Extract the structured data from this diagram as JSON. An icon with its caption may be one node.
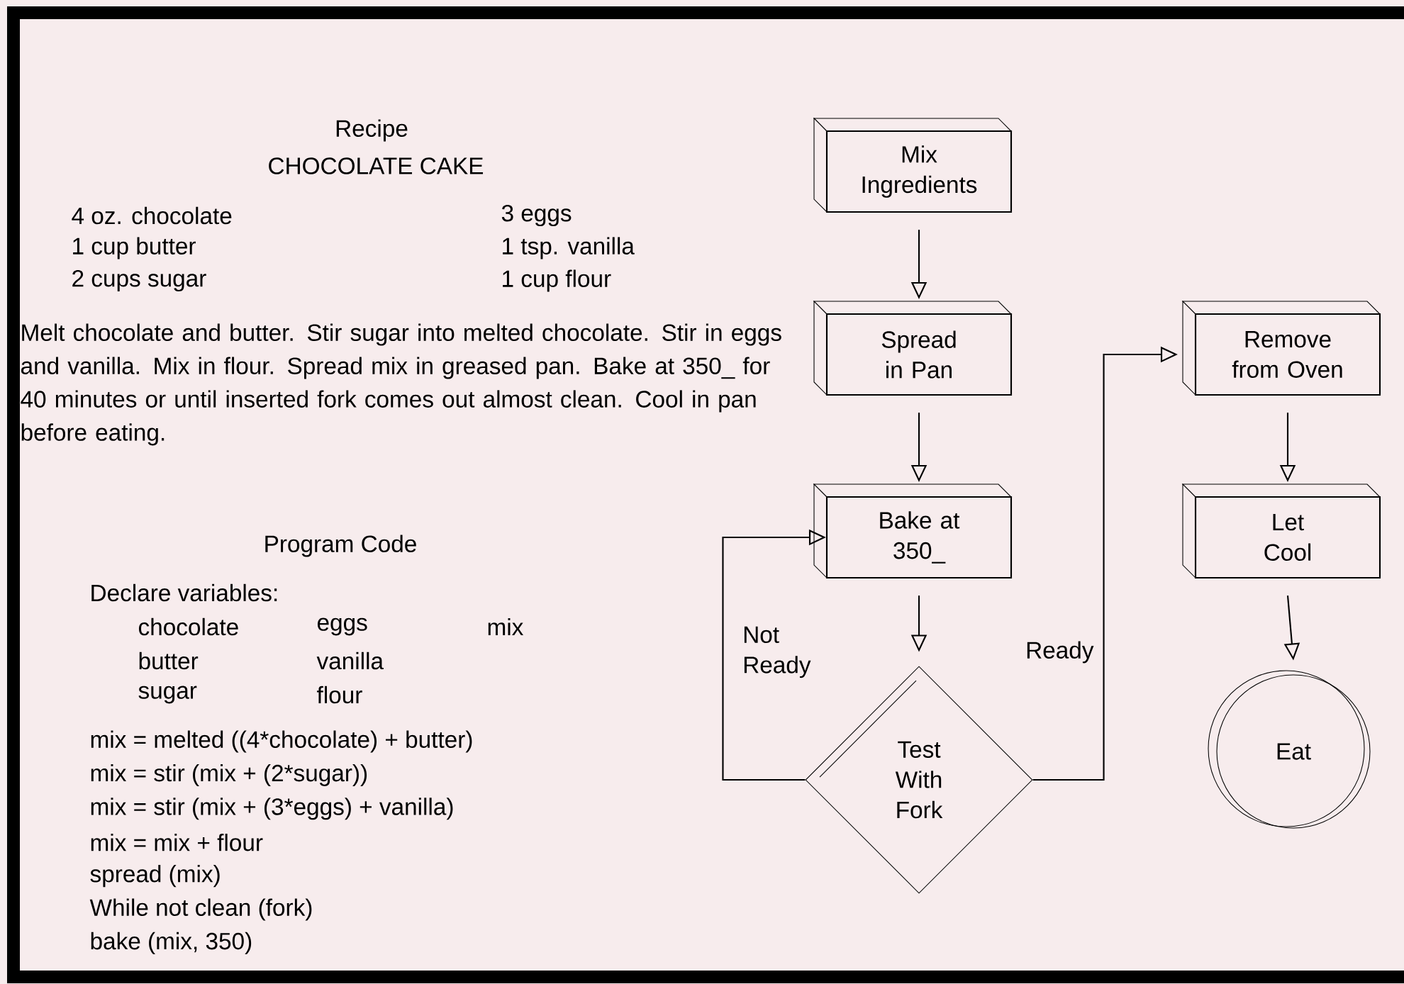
{
  "diagram": {
    "nodes": [
      {
        "text": [
          "Mix Ingredients"
        ]
      },
      {
        "text": [
          "Spread in Pan"
        ]
      },
      {
        "text": [
          "Bake at 350_"
        ]
      },
      {
        "text": [
          "Test With Fork"
        ]
      },
      {
        "text": [
          "Remove from Oven"
        ]
      },
      {
        "text": [
          "Let Cool"
        ]
      },
      {
        "text": [
          "Eat"
        ]
      }
    ],
    "edges": [
      {
        "from": 0,
        "to": 1,
        "arrow": "to"
      },
      {
        "from": 1,
        "to": 2,
        "arrow": "to"
      },
      {
        "from": 2,
        "to": 3,
        "arrow": "to"
      },
      {
        "from": 3,
        "to": 2,
        "arrow": "to",
        "label": "Not Ready"
      },
      {
        "from": 3,
        "to": 4,
        "arrow": "to",
        "label": "Ready"
      },
      {
        "from": 4,
        "to": 5,
        "arrow": "to"
      },
      {
        "from": 5,
        "to": 6,
        "arrow": "to"
      }
    ],
    "labels": [
      "Recipe",
      "CHOCOLATE CAKE",
      "4 oz. chocolate",
      "3 eggs",
      "1 cup butter",
      "1 tsp. vanilla",
      "2 cups sugar",
      "1 cup flour",
      "Melt chocolate and butter.  Stir sugar into melted chocolate. Stir in eggs and vanilla.  Mix in flour. Spread  mix in greased pan.  Bake at 350_ for 40 minutes or until inserted fork comes out almost clean. Cool in pan before eating.",
      "Program Code",
      "Declare variables:",
      "chocolate",
      "eggs",
      "mix",
      "butter",
      "vanilla",
      "sugar",
      "flour",
      "mix = melted  ((4*chocolate) + butter)",
      "mix = stir (mix + (2*sugar))",
      "mix = stir (mix + (3*eggs) + vanilla)",
      "mix = mix + flour",
      "spread (mix)",
      "While not clean (fork)",
      "bake (mix, 350)"
    ]
  }
}
